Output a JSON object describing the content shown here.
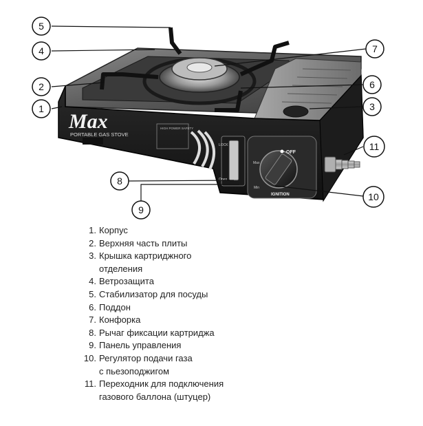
{
  "brand": {
    "logo": "Max",
    "subtitle": "PORTABLE GAS STOVE",
    "badge": "HIGH POWER SAFETY"
  },
  "controls": {
    "off_label": "OFF",
    "ignition_label": "IGNITION",
    "lock_label": "LOCK",
    "max_label": "Max",
    "min_label": "Min",
    "open_label": "Open"
  },
  "callouts": [
    "5",
    "4",
    "2",
    "1",
    "7",
    "6",
    "3",
    "11",
    "8",
    "9",
    "10"
  ],
  "legend": [
    {
      "num": "1.",
      "lines": [
        "Корпус"
      ]
    },
    {
      "num": "2.",
      "lines": [
        "Верхняя часть плиты"
      ]
    },
    {
      "num": "3.",
      "lines": [
        "Крышка картриджного",
        "отделения"
      ]
    },
    {
      "num": "4.",
      "lines": [
        "Ветрозащита"
      ]
    },
    {
      "num": "5.",
      "lines": [
        "Стабилизатор для посуды"
      ]
    },
    {
      "num": "6.",
      "lines": [
        "Поддон"
      ]
    },
    {
      "num": "7.",
      "lines": [
        "Конфорка"
      ]
    },
    {
      "num": "8.",
      "lines": [
        "Рычаг фиксации картриджа"
      ]
    },
    {
      "num": "9.",
      "lines": [
        "Панель управления"
      ]
    },
    {
      "num": "10.",
      "lines": [
        "Регулятор подачи газа",
        "с пьезоподжигом"
      ]
    },
    {
      "num": "11.",
      "lines": [
        "Переходник для подключения",
        "газового баллона (штуцер)"
      ]
    }
  ]
}
